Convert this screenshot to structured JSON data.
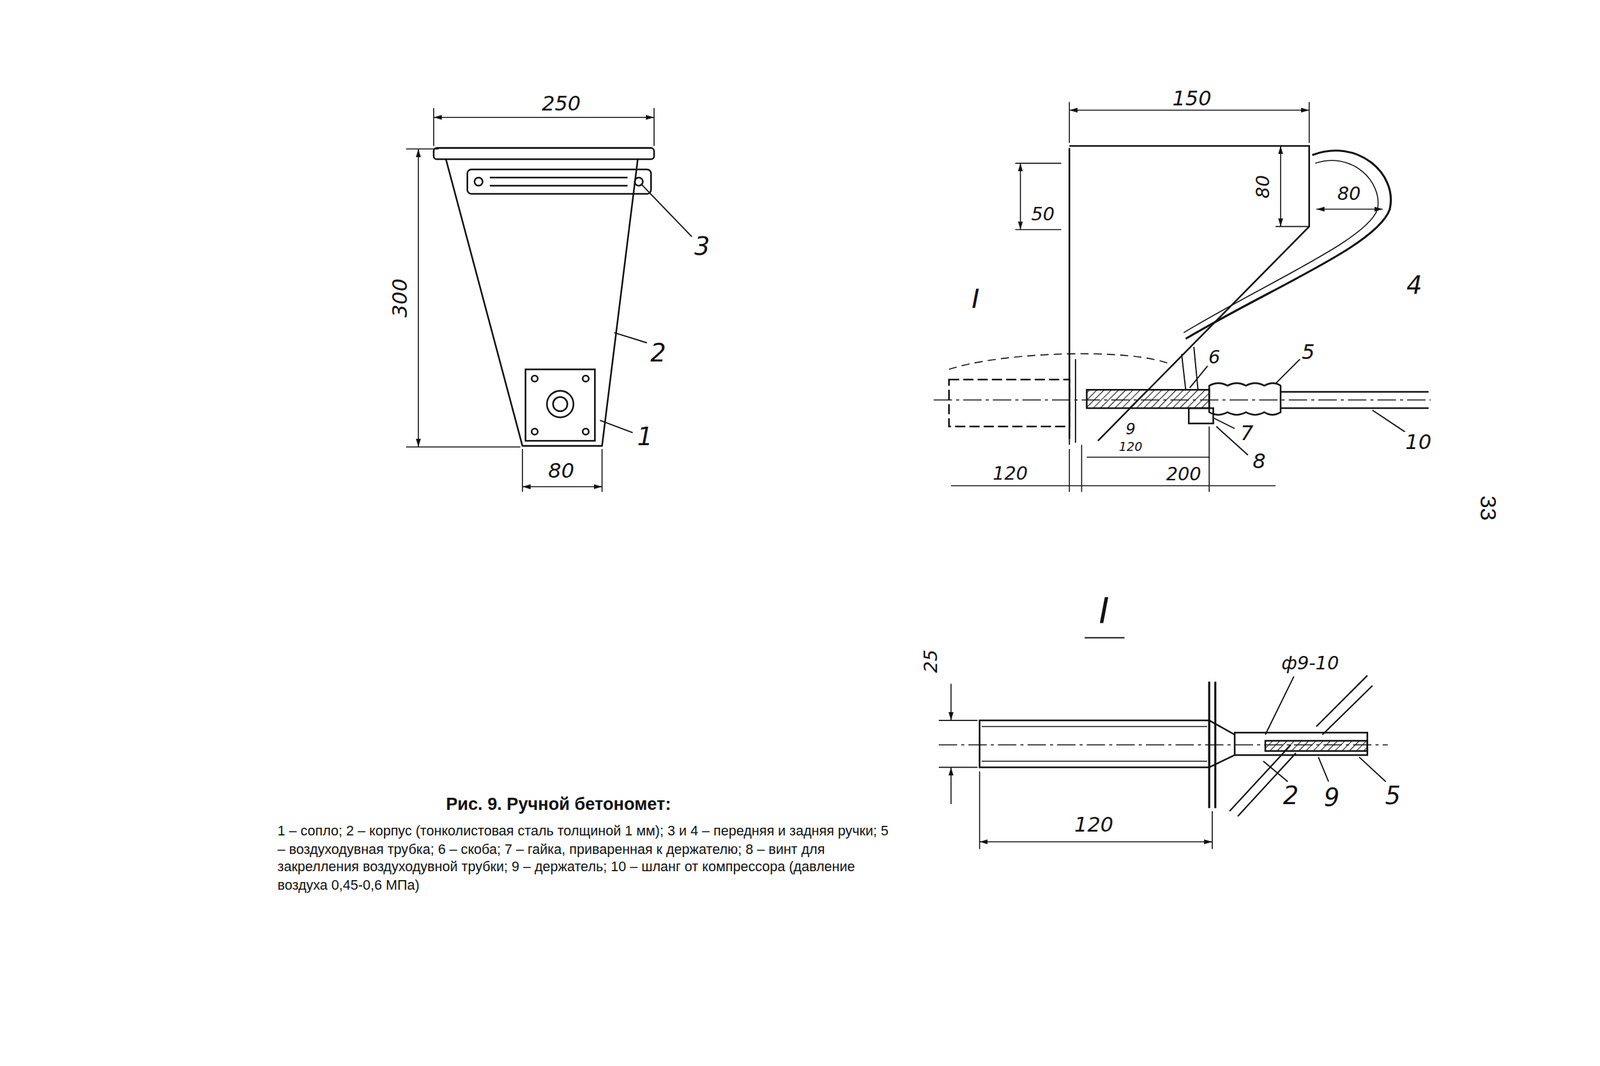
{
  "diagram": {
    "title": "Рис. 9. Ручной бетономет:",
    "caption": "1 – сопло; 2 – корпус (тонколистовая сталь толщиной 1 мм); 3 и 4 – передняя и задняя ручки; 5 – воздуходувная трубка; 6 – скоба; 7 – гайка, приваренная к держателю; 8 – винт для закрелления воздуходувной трубки; 9 – держатель; 10 – шланг от компрессора (давление воздуха 0,45-0,6 МПа)",
    "labels": [
      "250",
      "300",
      "3",
      "2",
      "1",
      "80",
      "150",
      "80",
      "80",
      "50",
      "4",
      "I",
      "6",
      "5",
      "9",
      "120",
      "7",
      "8",
      "10",
      "120",
      "200",
      "I",
      "25",
      "ф9-10",
      "120",
      "2",
      "9",
      "5",
      "33"
    ]
  }
}
